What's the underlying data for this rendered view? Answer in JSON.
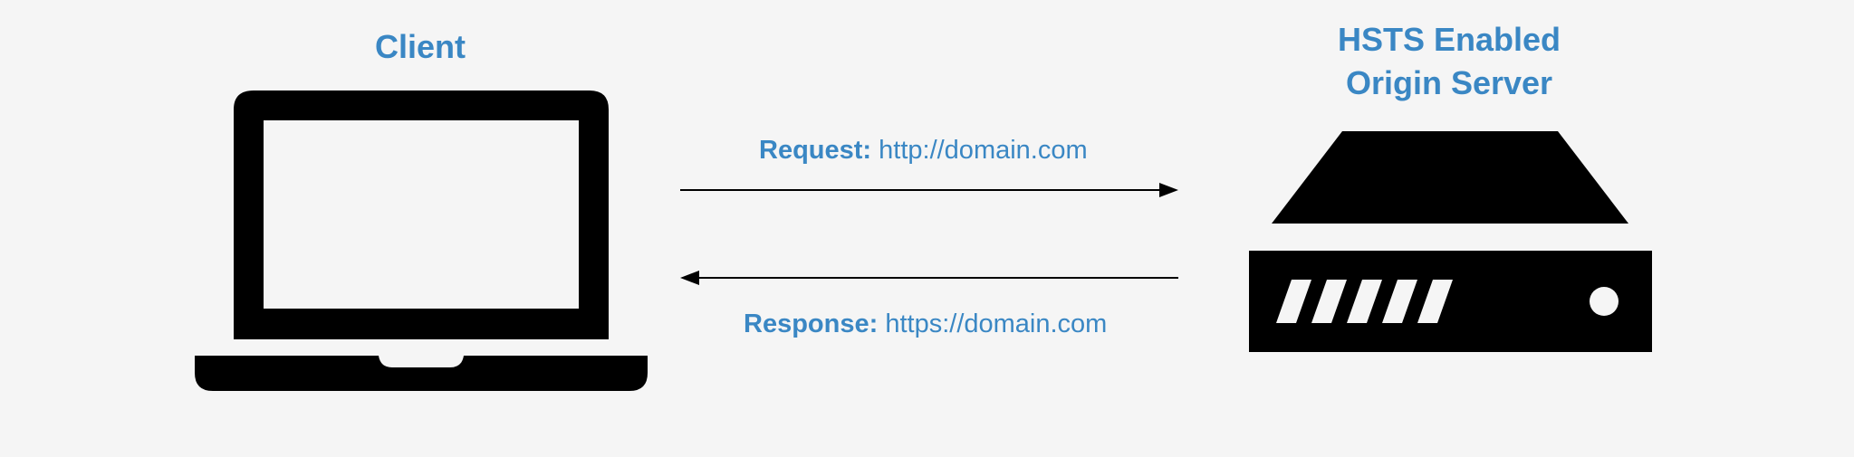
{
  "client": {
    "title": "Client",
    "icon": "laptop-icon"
  },
  "server": {
    "title_line1": "HSTS Enabled",
    "title_line2": "Origin Server",
    "icon": "server-icon"
  },
  "request": {
    "key": "Request:",
    "url": "http://domain.com",
    "direction": "client-to-server"
  },
  "response": {
    "key": "Response:",
    "url": "https://domain.com",
    "direction": "server-to-client"
  },
  "colors": {
    "accent": "#3a87c4",
    "icon": "#000000",
    "background": "#f5f5f5"
  }
}
